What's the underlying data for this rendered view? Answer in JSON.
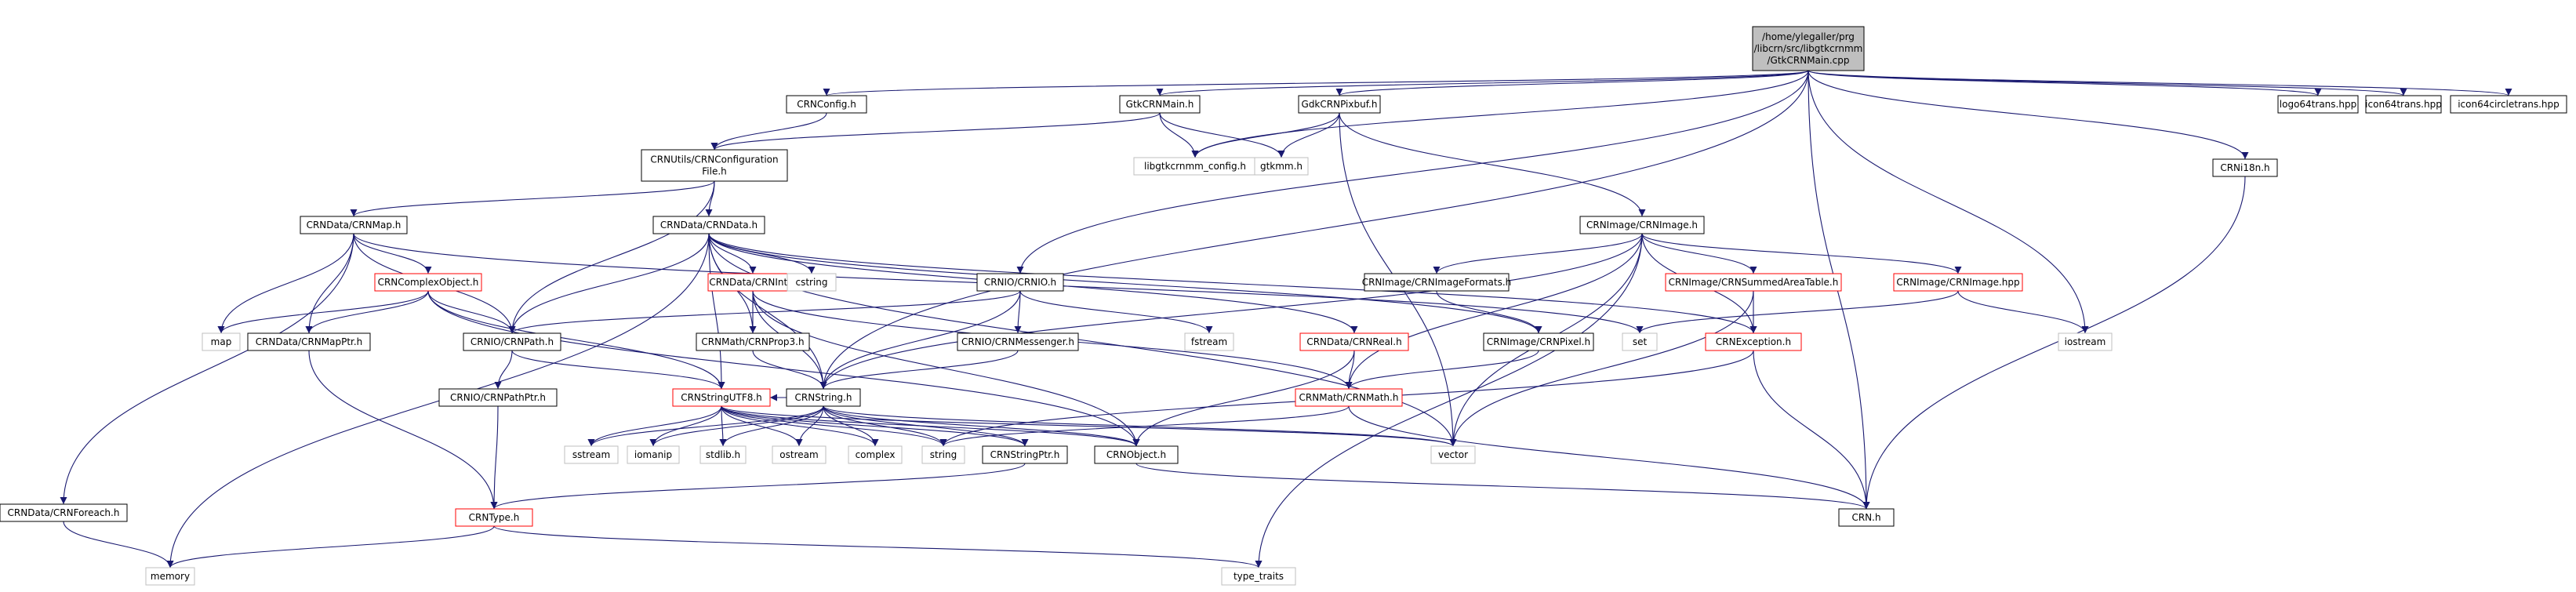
{
  "diagram": {
    "title": "",
    "colors": {
      "edge": "#191970",
      "root_fill": "#bfbfbf",
      "node_border": "#000000",
      "external_border": "#bfbfbf",
      "broken_border": "#ff0000",
      "text": "#000000"
    },
    "nodes": [
      {
        "id": "root",
        "lines": [
          "/home/ylegaller/prg",
          "/libcrn/src/libgtkcrnmm",
          "/GtkCRNMain.cpp"
        ],
        "style": "root"
      },
      {
        "id": "config",
        "lines": [
          "CRNConfig.h"
        ],
        "style": "normal"
      },
      {
        "id": "gtkmain",
        "lines": [
          "GtkCRNMain.h"
        ],
        "style": "normal"
      },
      {
        "id": "gdkpix",
        "lines": [
          "GdkCRNPixbuf.h"
        ],
        "style": "normal"
      },
      {
        "id": "logo",
        "lines": [
          "logo64trans.hpp"
        ],
        "style": "normal"
      },
      {
        "id": "icon",
        "lines": [
          "icon64trans.hpp"
        ],
        "style": "normal"
      },
      {
        "id": "iconc",
        "lines": [
          "icon64circletrans.hpp"
        ],
        "style": "normal"
      },
      {
        "id": "i18n",
        "lines": [
          "CRNi18n.h"
        ],
        "style": "normal"
      },
      {
        "id": "cfgfile",
        "lines": [
          "CRNUtils/CRNConfiguration",
          "File.h"
        ],
        "style": "normal"
      },
      {
        "id": "libgtkcfg",
        "lines": [
          "libgtkcrnmm_config.h"
        ],
        "style": "external"
      },
      {
        "id": "gtkmm",
        "lines": [
          "gtkmm.h"
        ],
        "style": "external"
      },
      {
        "id": "crnmap",
        "lines": [
          "CRNData/CRNMap.h"
        ],
        "style": "normal"
      },
      {
        "id": "crndata",
        "lines": [
          "CRNData/CRNData.h"
        ],
        "style": "normal"
      },
      {
        "id": "crnimage",
        "lines": [
          "CRNImage/CRNImage.h"
        ],
        "style": "normal"
      },
      {
        "id": "cplx",
        "lines": [
          "CRNComplexObject.h"
        ],
        "style": "broken"
      },
      {
        "id": "crnint",
        "lines": [
          "CRNData/CRNInt.h"
        ],
        "style": "broken"
      },
      {
        "id": "cstring",
        "lines": [
          "cstring"
        ],
        "style": "external"
      },
      {
        "id": "crnio",
        "lines": [
          "CRNIO/CRNIO.h"
        ],
        "style": "normal"
      },
      {
        "id": "imgfmt",
        "lines": [
          "CRNImage/CRNImageFormats.h"
        ],
        "style": "normal"
      },
      {
        "id": "sat",
        "lines": [
          "CRNImage/CRNSummedAreaTable.h"
        ],
        "style": "broken"
      },
      {
        "id": "imghpp",
        "lines": [
          "CRNImage/CRNImage.hpp"
        ],
        "style": "broken"
      },
      {
        "id": "map",
        "lines": [
          "map"
        ],
        "style": "external"
      },
      {
        "id": "mapptr",
        "lines": [
          "CRNData/CRNMapPtr.h"
        ],
        "style": "normal"
      },
      {
        "id": "path",
        "lines": [
          "CRNIO/CRNPath.h"
        ],
        "style": "normal"
      },
      {
        "id": "prop3",
        "lines": [
          "CRNMath/CRNProp3.h"
        ],
        "style": "normal"
      },
      {
        "id": "messenger",
        "lines": [
          "CRNIO/CRNMessenger.h"
        ],
        "style": "normal"
      },
      {
        "id": "fstream",
        "lines": [
          "fstream"
        ],
        "style": "external"
      },
      {
        "id": "real",
        "lines": [
          "CRNData/CRNReal.h"
        ],
        "style": "broken"
      },
      {
        "id": "pixel",
        "lines": [
          "CRNImage/CRNPixel.h"
        ],
        "style": "normal"
      },
      {
        "id": "set",
        "lines": [
          "set"
        ],
        "style": "external"
      },
      {
        "id": "except",
        "lines": [
          "CRNException.h"
        ],
        "style": "broken"
      },
      {
        "id": "iostream",
        "lines": [
          "iostream"
        ],
        "style": "external"
      },
      {
        "id": "pathptr",
        "lines": [
          "CRNIO/CRNPathPtr.h"
        ],
        "style": "normal"
      },
      {
        "id": "utf8",
        "lines": [
          "CRNStringUTF8.h"
        ],
        "style": "broken"
      },
      {
        "id": "crnstring",
        "lines": [
          "CRNString.h"
        ],
        "style": "normal"
      },
      {
        "id": "crnmath",
        "lines": [
          "CRNMath/CRNMath.h"
        ],
        "style": "broken"
      },
      {
        "id": "sstream",
        "lines": [
          "sstream"
        ],
        "style": "external"
      },
      {
        "id": "iomanip",
        "lines": [
          "iomanip"
        ],
        "style": "external"
      },
      {
        "id": "stdlib",
        "lines": [
          "stdlib.h"
        ],
        "style": "external"
      },
      {
        "id": "ostream",
        "lines": [
          "ostream"
        ],
        "style": "external"
      },
      {
        "id": "complex",
        "lines": [
          "complex"
        ],
        "style": "external"
      },
      {
        "id": "string",
        "lines": [
          "string"
        ],
        "style": "external"
      },
      {
        "id": "strptr",
        "lines": [
          "CRNStringPtr.h"
        ],
        "style": "normal"
      },
      {
        "id": "object",
        "lines": [
          "CRNObject.h"
        ],
        "style": "normal"
      },
      {
        "id": "vector",
        "lines": [
          "vector"
        ],
        "style": "external"
      },
      {
        "id": "foreach",
        "lines": [
          "CRNData/CRNForeach.h"
        ],
        "style": "normal"
      },
      {
        "id": "crntype",
        "lines": [
          "CRNType.h"
        ],
        "style": "broken"
      },
      {
        "id": "crnh",
        "lines": [
          "CRN.h"
        ],
        "style": "normal"
      },
      {
        "id": "memory",
        "lines": [
          "memory"
        ],
        "style": "external"
      },
      {
        "id": "typetraits",
        "lines": [
          "type_traits"
        ],
        "style": "external"
      }
    ],
    "edges": [
      [
        "root",
        "config"
      ],
      [
        "root",
        "gtkmain"
      ],
      [
        "root",
        "gdkpix"
      ],
      [
        "root",
        "logo"
      ],
      [
        "root",
        "icon"
      ],
      [
        "root",
        "iconc"
      ],
      [
        "root",
        "i18n"
      ],
      [
        "root",
        "libgtkcfg"
      ],
      [
        "root",
        "crnio"
      ],
      [
        "root",
        "crnstring"
      ],
      [
        "root",
        "iostream"
      ],
      [
        "root",
        "crnh"
      ],
      [
        "config",
        "cfgfile"
      ],
      [
        "gtkmain",
        "cfgfile"
      ],
      [
        "gtkmain",
        "libgtkcfg"
      ],
      [
        "gtkmain",
        "gtkmm"
      ],
      [
        "gdkpix",
        "libgtkcfg"
      ],
      [
        "gdkpix",
        "gtkmm"
      ],
      [
        "gdkpix",
        "crnimage"
      ],
      [
        "gdkpix",
        "vector"
      ],
      [
        "i18n",
        "crnh"
      ],
      [
        "cfgfile",
        "crnmap"
      ],
      [
        "cfgfile",
        "crndata"
      ],
      [
        "cfgfile",
        "path"
      ],
      [
        "crnmap",
        "cplx"
      ],
      [
        "crnmap",
        "map"
      ],
      [
        "crnmap",
        "mapptr"
      ],
      [
        "crnmap",
        "path"
      ],
      [
        "crnmap",
        "set"
      ],
      [
        "crnmap",
        "foreach"
      ],
      [
        "crndata",
        "crnint"
      ],
      [
        "crndata",
        "cstring"
      ],
      [
        "crndata",
        "real"
      ],
      [
        "crndata",
        "path"
      ],
      [
        "crndata",
        "prop3"
      ],
      [
        "crndata",
        "crnstring"
      ],
      [
        "crndata",
        "utf8"
      ],
      [
        "crndata",
        "memory"
      ],
      [
        "crndata",
        "except"
      ],
      [
        "crndata",
        "pixel"
      ],
      [
        "crndata",
        "vector"
      ],
      [
        "cplx",
        "map"
      ],
      [
        "cplx",
        "mapptr"
      ],
      [
        "cplx",
        "path"
      ],
      [
        "cplx",
        "object"
      ],
      [
        "cplx",
        "utf8"
      ],
      [
        "crnint",
        "prop3"
      ],
      [
        "crnint",
        "crnstring"
      ],
      [
        "crnint",
        "object"
      ],
      [
        "crnint",
        "crnmath"
      ],
      [
        "crnio",
        "path"
      ],
      [
        "crnio",
        "messenger"
      ],
      [
        "crnio",
        "fstream"
      ],
      [
        "crnio",
        "crnstring"
      ],
      [
        "crnimage",
        "imgfmt"
      ],
      [
        "crnimage",
        "sat"
      ],
      [
        "crnimage",
        "imghpp"
      ],
      [
        "crnimage",
        "except"
      ],
      [
        "crnimage",
        "crnmath"
      ],
      [
        "crnimage",
        "crnstring"
      ],
      [
        "crnimage",
        "vector"
      ],
      [
        "crnimage",
        "typetraits"
      ],
      [
        "imgfmt",
        "pixel"
      ],
      [
        "sat",
        "except"
      ],
      [
        "sat",
        "vector"
      ],
      [
        "imghpp",
        "set"
      ],
      [
        "imghpp",
        "iostream"
      ],
      [
        "mapptr",
        "crntype"
      ],
      [
        "path",
        "pathptr"
      ],
      [
        "path",
        "utf8"
      ],
      [
        "prop3",
        "crnstring"
      ],
      [
        "messenger",
        "crnstring"
      ],
      [
        "real",
        "crnmath"
      ],
      [
        "real",
        "object"
      ],
      [
        "pixel",
        "crnmath"
      ],
      [
        "except",
        "string"
      ],
      [
        "except",
        "crnh"
      ],
      [
        "pathptr",
        "crntype"
      ],
      [
        "utf8",
        "sstream"
      ],
      [
        "utf8",
        "iomanip"
      ],
      [
        "utf8",
        "stdlib"
      ],
      [
        "utf8",
        "ostream"
      ],
      [
        "utf8",
        "complex"
      ],
      [
        "utf8",
        "string"
      ],
      [
        "utf8",
        "strptr"
      ],
      [
        "utf8",
        "object"
      ],
      [
        "utf8",
        "vector"
      ],
      [
        "crnstring",
        "sstream"
      ],
      [
        "crnstring",
        "iomanip"
      ],
      [
        "crnstring",
        "stdlib"
      ],
      [
        "crnstring",
        "ostream"
      ],
      [
        "crnstring",
        "complex"
      ],
      [
        "crnstring",
        "string"
      ],
      [
        "crnstring",
        "strptr"
      ],
      [
        "crnstring",
        "object"
      ],
      [
        "crnstring",
        "vector"
      ],
      [
        "crnstring",
        "utf8"
      ],
      [
        "crnmath",
        "string"
      ],
      [
        "crnmath",
        "crnh"
      ],
      [
        "strptr",
        "crntype"
      ],
      [
        "object",
        "crnh"
      ],
      [
        "foreach",
        "memory"
      ],
      [
        "crntype",
        "memory"
      ],
      [
        "crntype",
        "typetraits"
      ]
    ]
  }
}
